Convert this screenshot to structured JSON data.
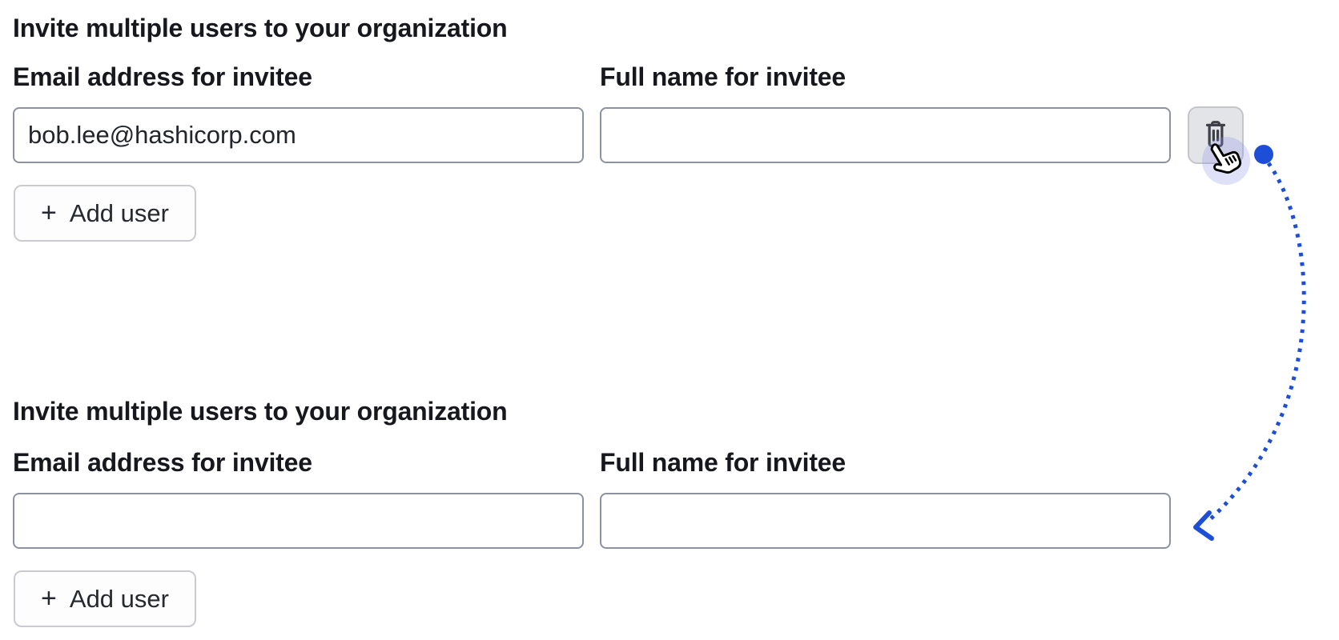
{
  "colors": {
    "accent-blue": "#1d4ed8",
    "input-border": "#8d92a0",
    "button-border": "#c9cbd1",
    "button-bg": "#fdfdfd",
    "icon-button-bg": "#e3e4e8",
    "icon-button-border": "#c3c5cb",
    "text-primary": "#16181d",
    "halo": "rgba(139,146,232,0.28)"
  },
  "forms": [
    {
      "heading": "Invite multiple users to your organization",
      "email_label": "Email address for invitee",
      "email_value": "bob.lee@hashicorp.com",
      "name_label": "Full name for invitee",
      "name_value": "",
      "plus_label": "+",
      "add_user_label": "Add user",
      "delete_icon": "trash-icon"
    },
    {
      "heading": "Invite multiple users to your organization",
      "email_label": "Email address for invitee",
      "email_value": "",
      "name_label": "Full name for invitee",
      "name_value": "",
      "plus_label": "+",
      "add_user_label": "Add user"
    }
  ],
  "annotation": {
    "style": "dotted-arrow",
    "from": "delete-row-button",
    "to": "second-form-name-input"
  }
}
